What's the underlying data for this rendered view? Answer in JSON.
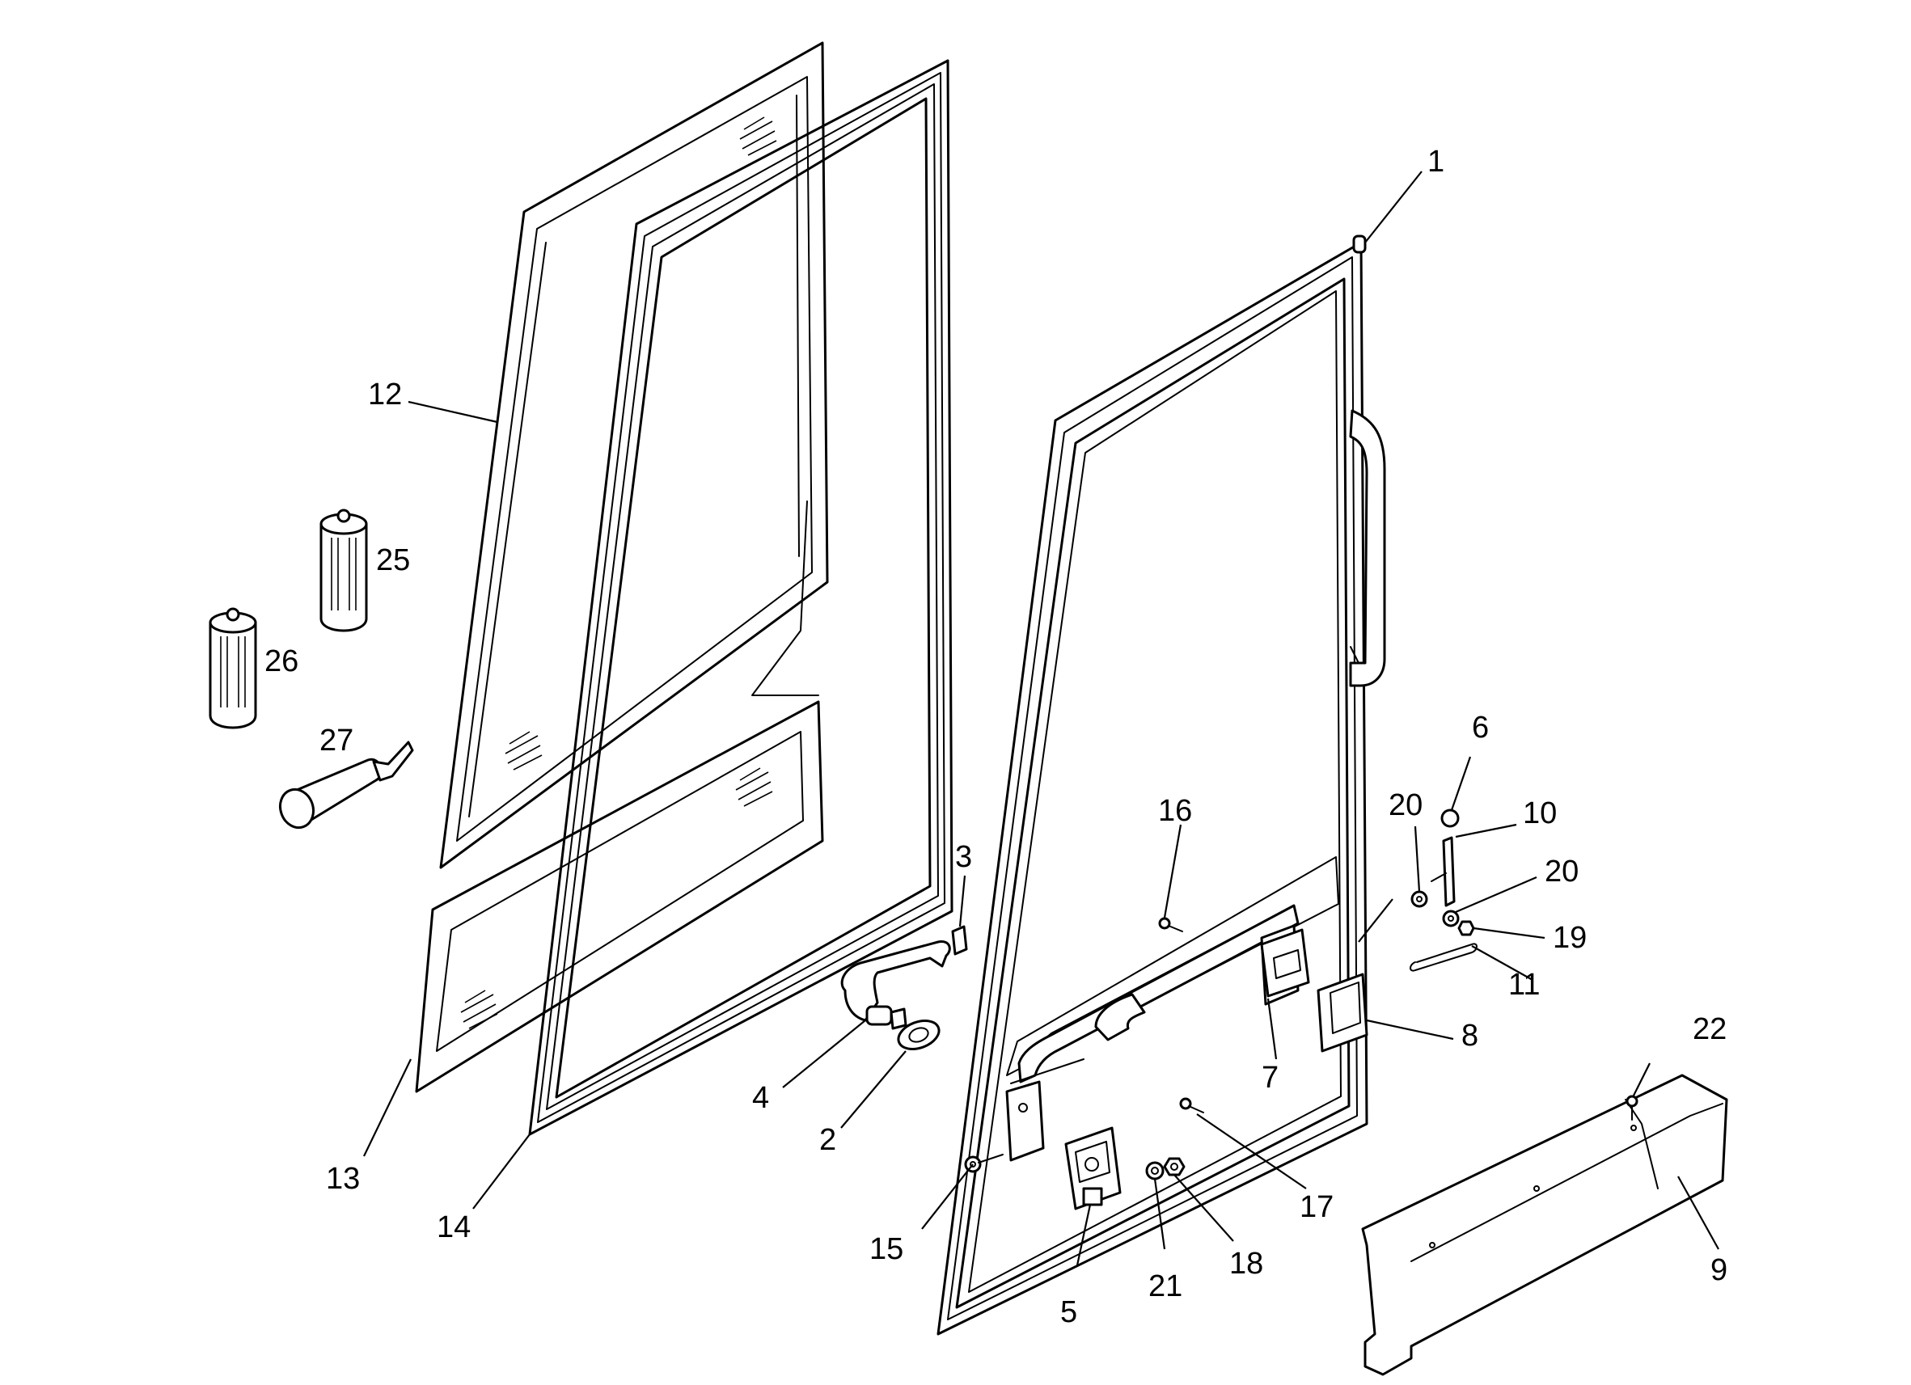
{
  "diagram": {
    "callouts": [
      {
        "id": "1",
        "text": "1"
      },
      {
        "id": "2",
        "text": "2"
      },
      {
        "id": "3",
        "text": "3"
      },
      {
        "id": "4",
        "text": "4"
      },
      {
        "id": "5",
        "text": "5"
      },
      {
        "id": "6",
        "text": "6"
      },
      {
        "id": "7",
        "text": "7"
      },
      {
        "id": "8",
        "text": "8"
      },
      {
        "id": "9",
        "text": "9"
      },
      {
        "id": "10",
        "text": "10"
      },
      {
        "id": "11",
        "text": "11"
      },
      {
        "id": "12",
        "text": "12"
      },
      {
        "id": "13",
        "text": "13"
      },
      {
        "id": "14",
        "text": "14"
      },
      {
        "id": "15",
        "text": "15"
      },
      {
        "id": "16",
        "text": "16"
      },
      {
        "id": "17",
        "text": "17"
      },
      {
        "id": "18",
        "text": "18"
      },
      {
        "id": "19",
        "text": "19"
      },
      {
        "id": "20a",
        "text": "20"
      },
      {
        "id": "20b",
        "text": "20"
      },
      {
        "id": "21",
        "text": "21"
      },
      {
        "id": "22",
        "text": "22"
      },
      {
        "id": "25",
        "text": "25"
      },
      {
        "id": "26",
        "text": "26"
      },
      {
        "id": "27",
        "text": "27"
      }
    ]
  }
}
